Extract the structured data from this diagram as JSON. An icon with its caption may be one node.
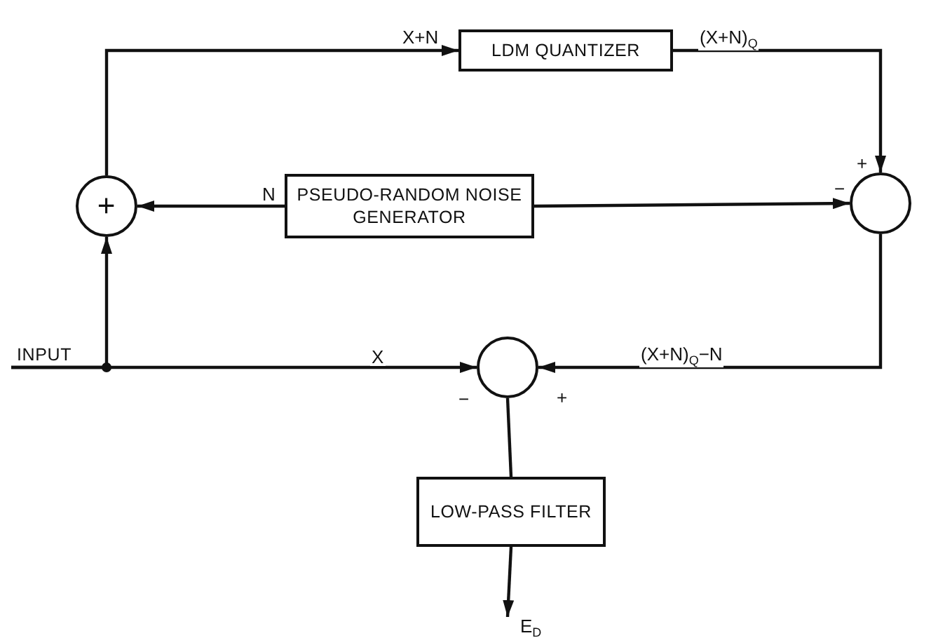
{
  "diagram": {
    "nodes": [
      {
        "text": [
          "+"
        ]
      },
      {
        "text": [
          "LDM QUANTIZER"
        ]
      },
      {
        "text": [
          "PSEUDO-RANDOM NOISE GENERATOR"
        ]
      },
      {
        "text": [],
        "shape": "circle",
        "beside": [
          "+",
          "−"
        ]
      },
      {
        "text": [],
        "shape": "circle",
        "beside": [
          "−",
          "+"
        ]
      },
      {
        "text": [
          "LOW-PASS FILTER"
        ]
      },
      {
        "text": [
          "INPUT"
        ]
      }
    ],
    "edges": [
      {
        "from": 0,
        "to": 1,
        "arrow": "to",
        "label": "X+N"
      },
      {
        "from": 1,
        "to": 3,
        "arrow": "to",
        "label": "(X+N)$_{Q}$"
      },
      {
        "from": 2,
        "to": 0,
        "arrow": "to",
        "label": "N"
      },
      {
        "from": 2,
        "to": 3,
        "arrow": "to"
      },
      {
        "from": 3,
        "to": 4,
        "arrow": "to",
        "label": "(X+N)$_{Q}$−N"
      },
      {
        "from": 4,
        "to": 5,
        "arrow": "none"
      },
      {
        "from": 6,
        "to": 0,
        "arrow": "to"
      },
      {
        "from": 6,
        "to": 4,
        "arrow": "to",
        "label": "X"
      },
      {
        "from": 5,
        "to": null,
        "arrow": "to",
        "label": "E$_{D}$"
      }
    ]
  }
}
